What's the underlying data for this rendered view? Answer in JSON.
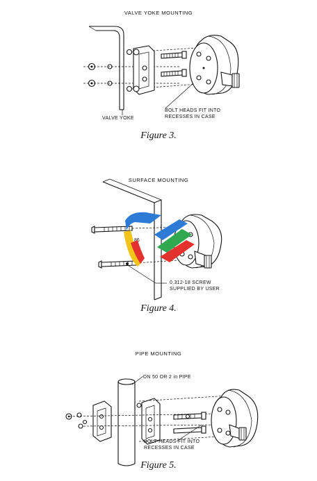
{
  "figure3": {
    "title": "VALVE YOKE MOUNTING",
    "caption": "Figure 3.",
    "callout_yoke": "VALVE YOKE",
    "callout_bolts_line1": "BOLT HEADS FIT INTO",
    "callout_bolts_line2": "RECESSES IN CASE"
  },
  "figure4": {
    "title": "SURFACE MOUNTING",
    "caption": "Figure 4.",
    "callout_screw_line1": "0.312-18 SCREW",
    "callout_screw_line2": "SUPPLIED BY USER",
    "dimension_label": "86"
  },
  "figure5": {
    "title": "PIPE MOUNTING",
    "caption": "Figure 5.",
    "callout_pipe": "DN 50 OR 2 in PIPE",
    "callout_bolts_line1": "BOLT HEADS FIT INTO",
    "callout_bolts_line2": "RECESSES IN CASE"
  },
  "watermark": {
    "colors": [
      "#2e7bd6",
      "#e3312d",
      "#f2c318",
      "#2fa84f"
    ]
  }
}
